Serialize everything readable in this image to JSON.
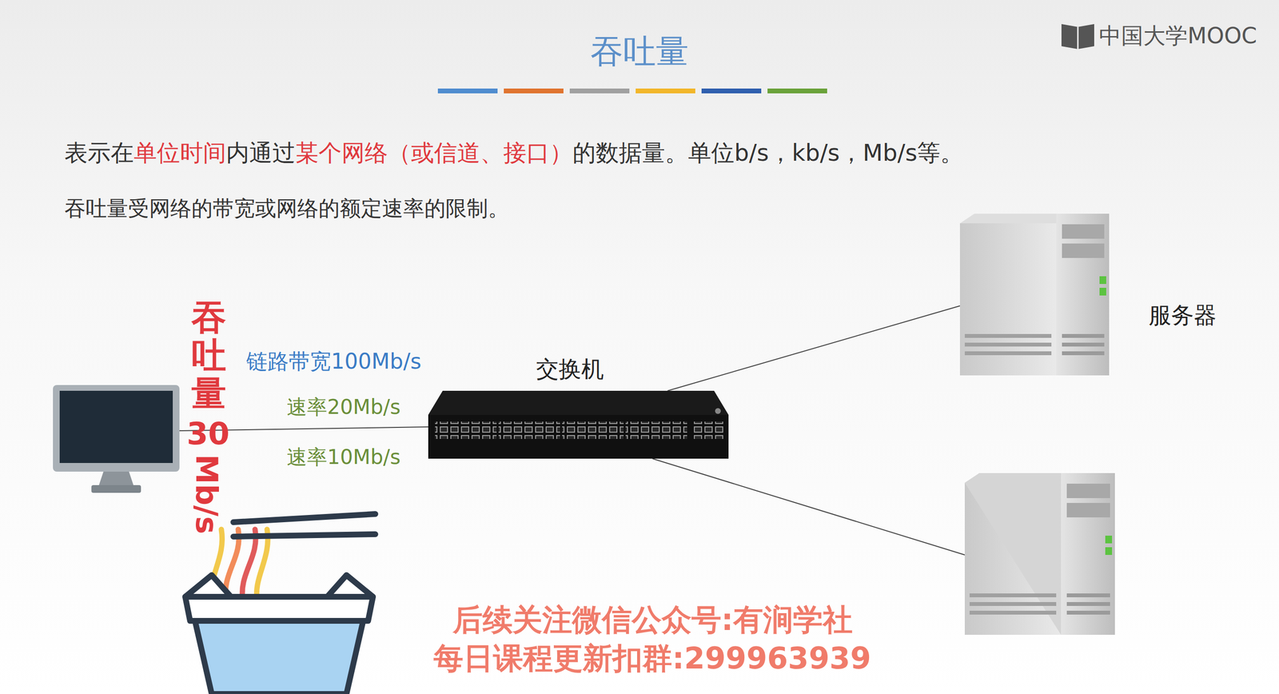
{
  "diagram": {
    "title": "吞吐量",
    "nodes": [
      {
        "text": [
          "交换机"
        ]
      },
      {
        "text": [
          "服务器"
        ]
      }
    ],
    "edges": [
      {
        "from": 0,
        "to": 1,
        "arrow": "none"
      }
    ],
    "labels": [
      "中国大学MOOC",
      "表示在",
      "单位时间",
      "内通过",
      "某个网络（或信道、接口）",
      "的数据量。单位b/s，kb/s，Mb/s等。",
      "吞吐量受网络的带宽或网络的额定速率的限制。",
      "吞吐量",
      "30",
      "Mb/s",
      "链路带宽100Mb/s",
      "速率20Mb/s",
      "速率10Mb/s",
      "后续关注微信公众号:有涧学社",
      "每日课程更新扣群:299963939"
    ]
  }
}
